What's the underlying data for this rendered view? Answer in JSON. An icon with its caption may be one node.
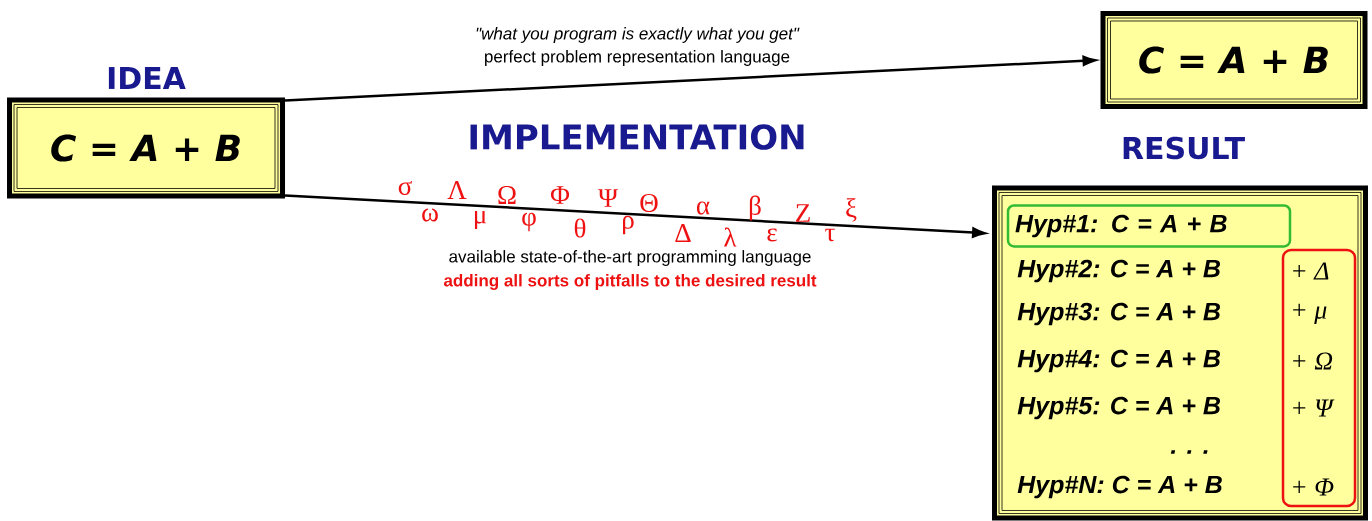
{
  "diagram": {
    "nodes": [
      {
        "text": [
          "IDEA",
          "C = A + B"
        ]
      },
      {
        "text": [
          "C = A + B"
        ]
      },
      {
        "text": [
          "RESULT",
          "Hyp#2: C = A + B",
          "Hyp#3: C = A + B",
          "Hyp#4: C = A + B",
          "Hyp#5: C = A + B",
          ". . .",
          "Hyp#N: C = A + B"
        ]
      },
      {
        "text": [
          "Hyp#1: C = A + B"
        ],
        "in": 2
      },
      {
        "text": [
          "+ Δ",
          "+ μ",
          "+ Ω",
          "+ Ψ",
          "+ Φ"
        ],
        "in": 2
      }
    ],
    "edges": [
      {
        "from": 0,
        "to": 1,
        "arrow": "to"
      },
      {
        "from": 0,
        "to": 2,
        "arrow": "to"
      }
    ],
    "labels": [
      "\"what you program is exactly what you get\"",
      "perfect  problem representation language",
      "IMPLEMENTATION",
      "σ",
      "Λ",
      "Ω",
      "Φ",
      "Ψ",
      "Θ",
      "α",
      "β",
      "Z",
      "ξ",
      "ω",
      "μ",
      "φ",
      "θ",
      "ρ",
      "Δ",
      "λ",
      "ε",
      "τ",
      "available state-of-the-art programming language",
      "adding all sorts of pitfalls to the desired result"
    ]
  }
}
